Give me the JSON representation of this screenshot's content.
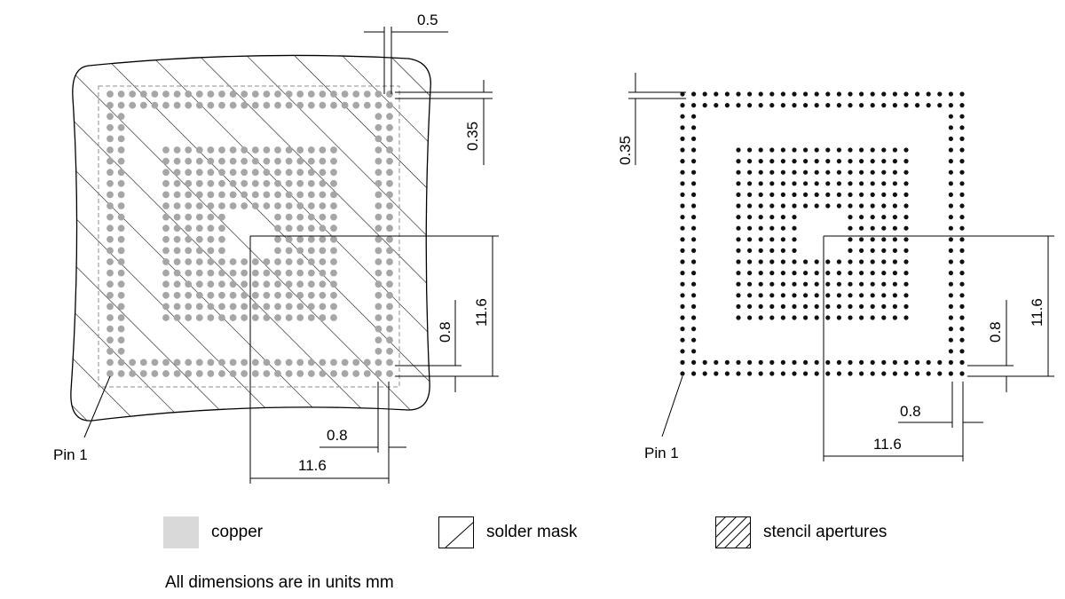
{
  "colors": {
    "line": "#000000",
    "copper": "#d9d9d9",
    "copper_pad": "#a6a6a6",
    "stencil_pad": "#111111",
    "body_outline": "#8c8c8c"
  },
  "left_view": {
    "pitch_label": "0.5",
    "edge_offset_label": "0.35",
    "ball_pitch_v_label": "0.8",
    "span_v_label": "11.6",
    "ball_pitch_h_label": "0.8",
    "span_h_label": "11.6",
    "pin1_label": "Pin 1"
  },
  "right_view": {
    "edge_offset_label": "0.35",
    "ball_pitch_v_label": "0.8",
    "span_v_label": "11.6",
    "ball_pitch_h_label": "0.8",
    "span_h_label": "11.6",
    "pin1_label": "Pin 1"
  },
  "legend": {
    "copper": {
      "label": "copper",
      "icon": "copper-swatch"
    },
    "solder_mask": {
      "label": "solder mask",
      "icon": "single-hatch-swatch"
    },
    "stencil": {
      "label": "stencil apertures",
      "icon": "cross-hatch-swatch"
    }
  },
  "footer": {
    "note": "All dimensions are in units mm"
  }
}
